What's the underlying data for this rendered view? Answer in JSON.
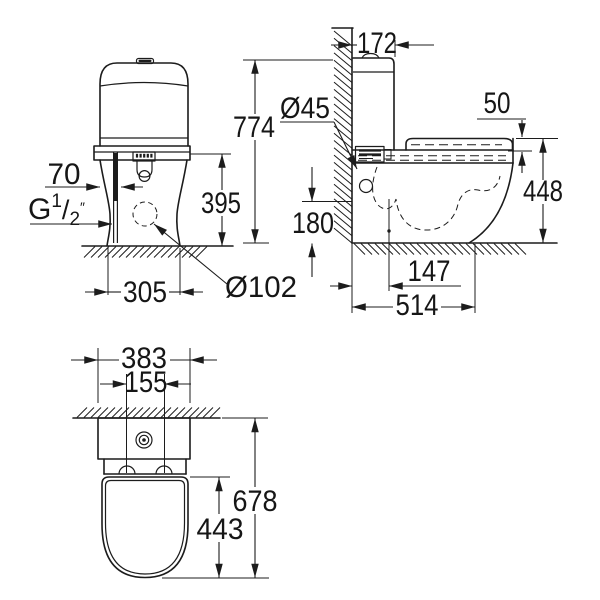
{
  "drawing_type": "technical dimension drawing",
  "depicts": "floor-standing close-coupled WC with cistern — front, side and top views",
  "dimensions": {
    "front_view": {
      "pipe_offset": "70",
      "supply_thread": {
        "prefix": "G",
        "numerator": "1",
        "slash": "/",
        "denominator": "2",
        "inch_mark": "″"
      },
      "rim_height": "395",
      "base_width": "305",
      "outlet_diameter": "Ø102",
      "total_height": "774"
    },
    "side_view": {
      "tank_depth": "172",
      "supply_diameter": "Ø45",
      "seat_clearance": "50",
      "seat_height": "448",
      "supply_height": "180",
      "outlet_offset": "147",
      "total_depth": "514"
    },
    "top_view": {
      "tank_width": "383",
      "hinge_spacing": "155",
      "total_depth": "678",
      "bowl_depth": "443"
    }
  },
  "colors": {
    "line": "#1c1c1c",
    "text": "#161616",
    "background": "#ffffff"
  }
}
